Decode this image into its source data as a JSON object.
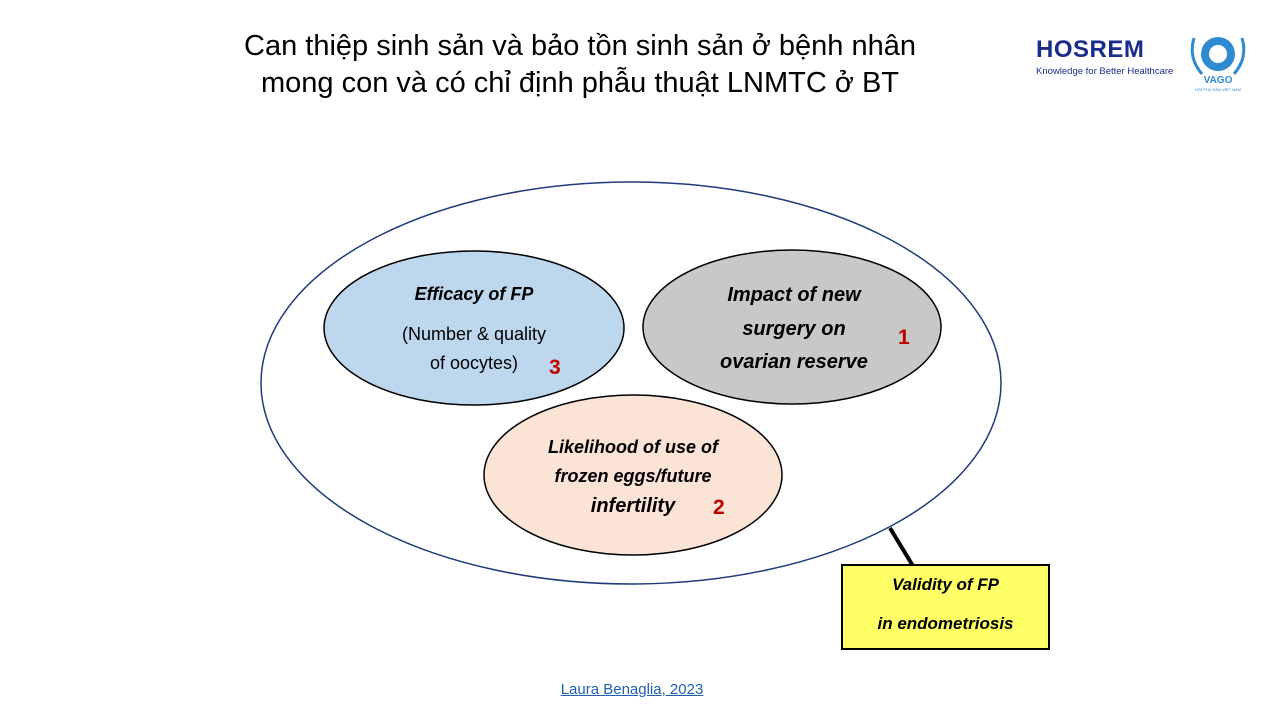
{
  "title": {
    "line1": "Can thiệp sinh sản và bảo tồn sinh sản ở bệnh nhân",
    "line2": "mong con và có chỉ định phẫu thuật LNMTC ở BT"
  },
  "logos": {
    "hosrem": "HOSREM",
    "hosrem_tagline": "Knowledge for Better Healthcare",
    "vago": "VAGO",
    "vago_sub": "HỘI PHỤ SẢN VIỆT NAM"
  },
  "diagram": {
    "efficacy": {
      "heading": "Efficacy of FP",
      "line1": "(Number & quality",
      "line2": "of oocytes)",
      "rank": "3"
    },
    "impact": {
      "line1": "Impact of new",
      "line2": "surgery on",
      "line3": "ovarian reserve",
      "rank": "1"
    },
    "likelihood": {
      "line1": "Likelihood of use of",
      "line2": "frozen eggs/future",
      "line3": "infertility",
      "rank": "2"
    },
    "validity": {
      "line1": "Validity of FP",
      "line2": "in endometriosis"
    },
    "colors": {
      "efficacy": "#bdd7ee",
      "impact": "#c8c8c8",
      "likelihood": "#fbe3d6",
      "validity": "#ffff66",
      "outer": "#1f3a7a"
    }
  },
  "citation": "Laura Benaglia, 2023"
}
